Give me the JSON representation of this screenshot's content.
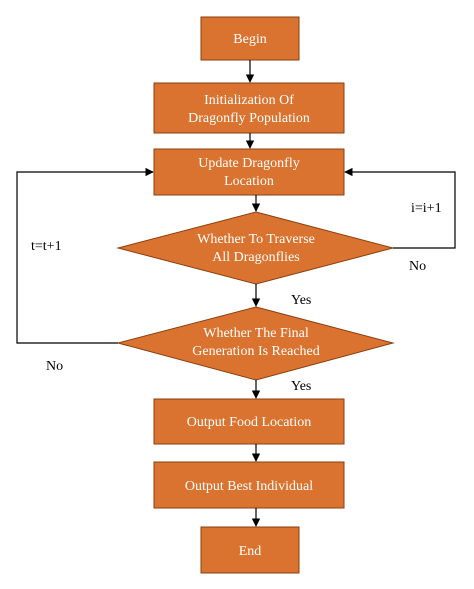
{
  "colors": {
    "node_fill": "#d9732f",
    "node_text": "#ffffff",
    "edge": "#000000"
  },
  "nodes": {
    "begin": "Begin",
    "init_line1": "Initialization Of",
    "init_line2": "Dragonfly Population",
    "update_line1": "Update Dragonfly",
    "update_line2": "Location",
    "traverse_line1": "Whether To Traverse",
    "traverse_line2": "All Dragonflies",
    "final_line1": "Whether The Final",
    "final_line2": "Generation Is Reached",
    "output_food": "Output Food Location",
    "output_best": "Output Best Individual",
    "end": "End"
  },
  "labels": {
    "i_increment": "i=i+1",
    "t_increment": "t=t+1",
    "traverse_no": "No",
    "traverse_yes": "Yes",
    "final_no": "No",
    "final_yes": "Yes"
  }
}
